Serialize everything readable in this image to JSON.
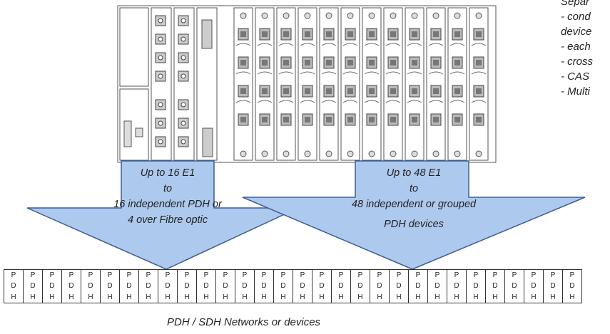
{
  "side_notes": [
    "Separ",
    "- cond",
    "device",
    "- each",
    "- cross",
    "- CAS",
    "- Multi"
  ],
  "left_arrow": {
    "lines": [
      "Up to 16 E1",
      "to",
      "16 independent PDH or",
      "4 over Fibre optic"
    ]
  },
  "right_arrow": {
    "lines": [
      "Up to 48 E1",
      "to",
      "48 independent or grouped",
      "PDH devices"
    ]
  },
  "pdh_cell": [
    "P",
    "D",
    "H"
  ],
  "pdh_count": 30,
  "caption": "PDH / SDH Networks or devices",
  "colors": {
    "arrow_fill": "#aec9ee",
    "arrow_stroke": "#3b5e95",
    "line": "#555555"
  }
}
